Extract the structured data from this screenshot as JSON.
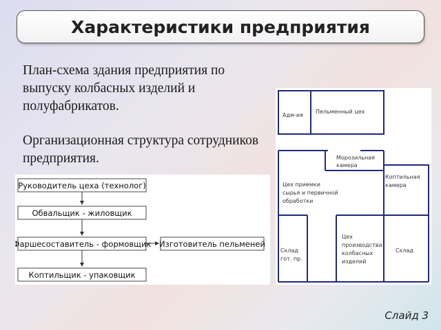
{
  "title": "Характеристики предприятия",
  "para1": "План-схема здания предприятия по выпуску колбасных изделий и полуфабрикатов.",
  "para2": "Организационная структура сотрудников предприятия.",
  "org": {
    "box1": "Руководитель цеха (технолог)",
    "box2": "Обвальщик - жиловщик",
    "box3": "Фаршесоставитель - формовщик",
    "box4": "Коптильщик - упаковщик",
    "box5": "Изготовитель пельменей"
  },
  "plan": {
    "admin": "Адм-ия",
    "pelmeni": "Пельменный цех",
    "freezer_l1": "Морозильная",
    "freezer_l2": "камера",
    "intake_l1": "Цех приемки",
    "intake_l2": "сырья и первичной",
    "intake_l3": "обработки",
    "smoke_l1": "Коптильная",
    "smoke_l2": "камера",
    "warehouse_gp_l1": "Склад",
    "warehouse_gp_l2": "гот. пр.",
    "sausage_l1": "Цех",
    "sausage_l2": "производства",
    "sausage_l3": "колбасных",
    "sausage_l4": "изделий",
    "warehouse": "Склад"
  },
  "slide_label": "Слайд  3"
}
